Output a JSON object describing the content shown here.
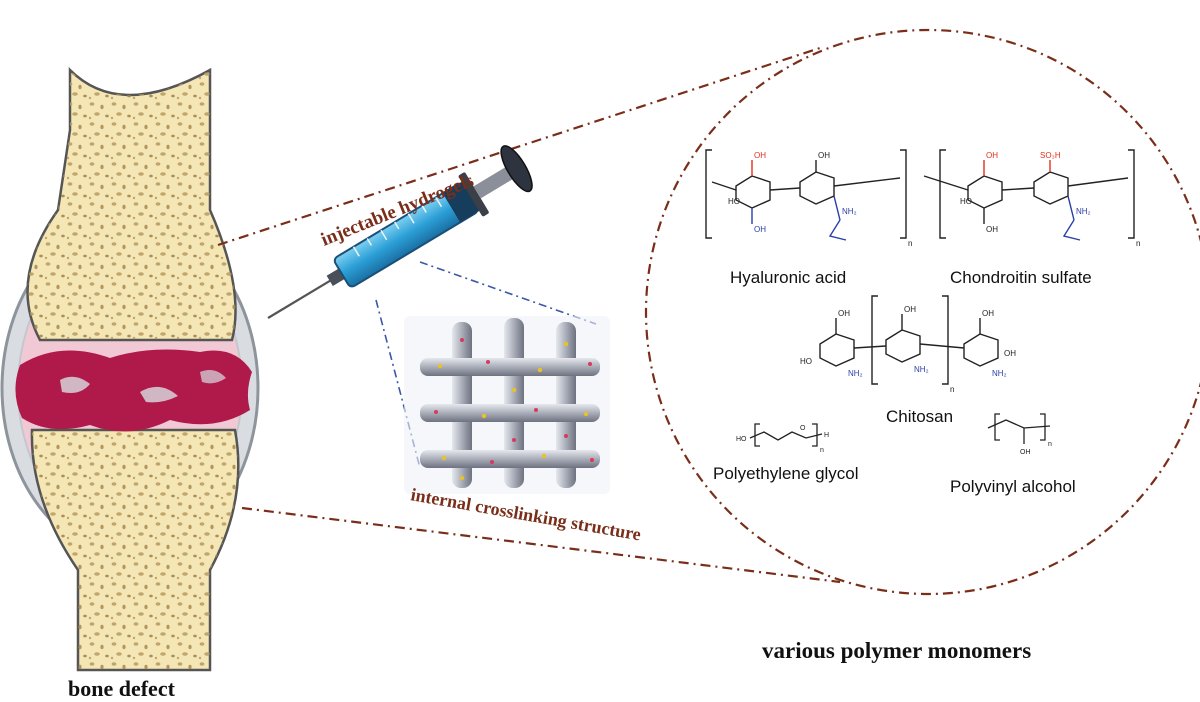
{
  "labels": {
    "injectable": "injectable hydrogels",
    "crosslink": "internal crosslinking structure",
    "bone_defect": "bone defect",
    "monomers": "various polymer monomers"
  },
  "polymers": {
    "hyaluronic": "Hyaluronic acid",
    "chondroitin": "Chondroitin sulfate",
    "chitosan": "Chitosan",
    "peg": "Polyethylene glycol",
    "pva": "Polyvinyl alcohol"
  },
  "chem": {
    "oh": "OH",
    "ho": "HO",
    "nh2": "NH₂",
    "so3h": "SO₃H",
    "o": "O",
    "h": "H",
    "n": "n"
  },
  "colors": {
    "bone": "#f4e6b5",
    "pore": "#b89a5e",
    "defect": "#b01a4a",
    "cartilage": "#f1c9d4",
    "label_brown": "#7a2e1a",
    "syringe": "#2b9fd6",
    "red_chem": "#e0301e",
    "blue_chem": "#2b3fa8"
  }
}
